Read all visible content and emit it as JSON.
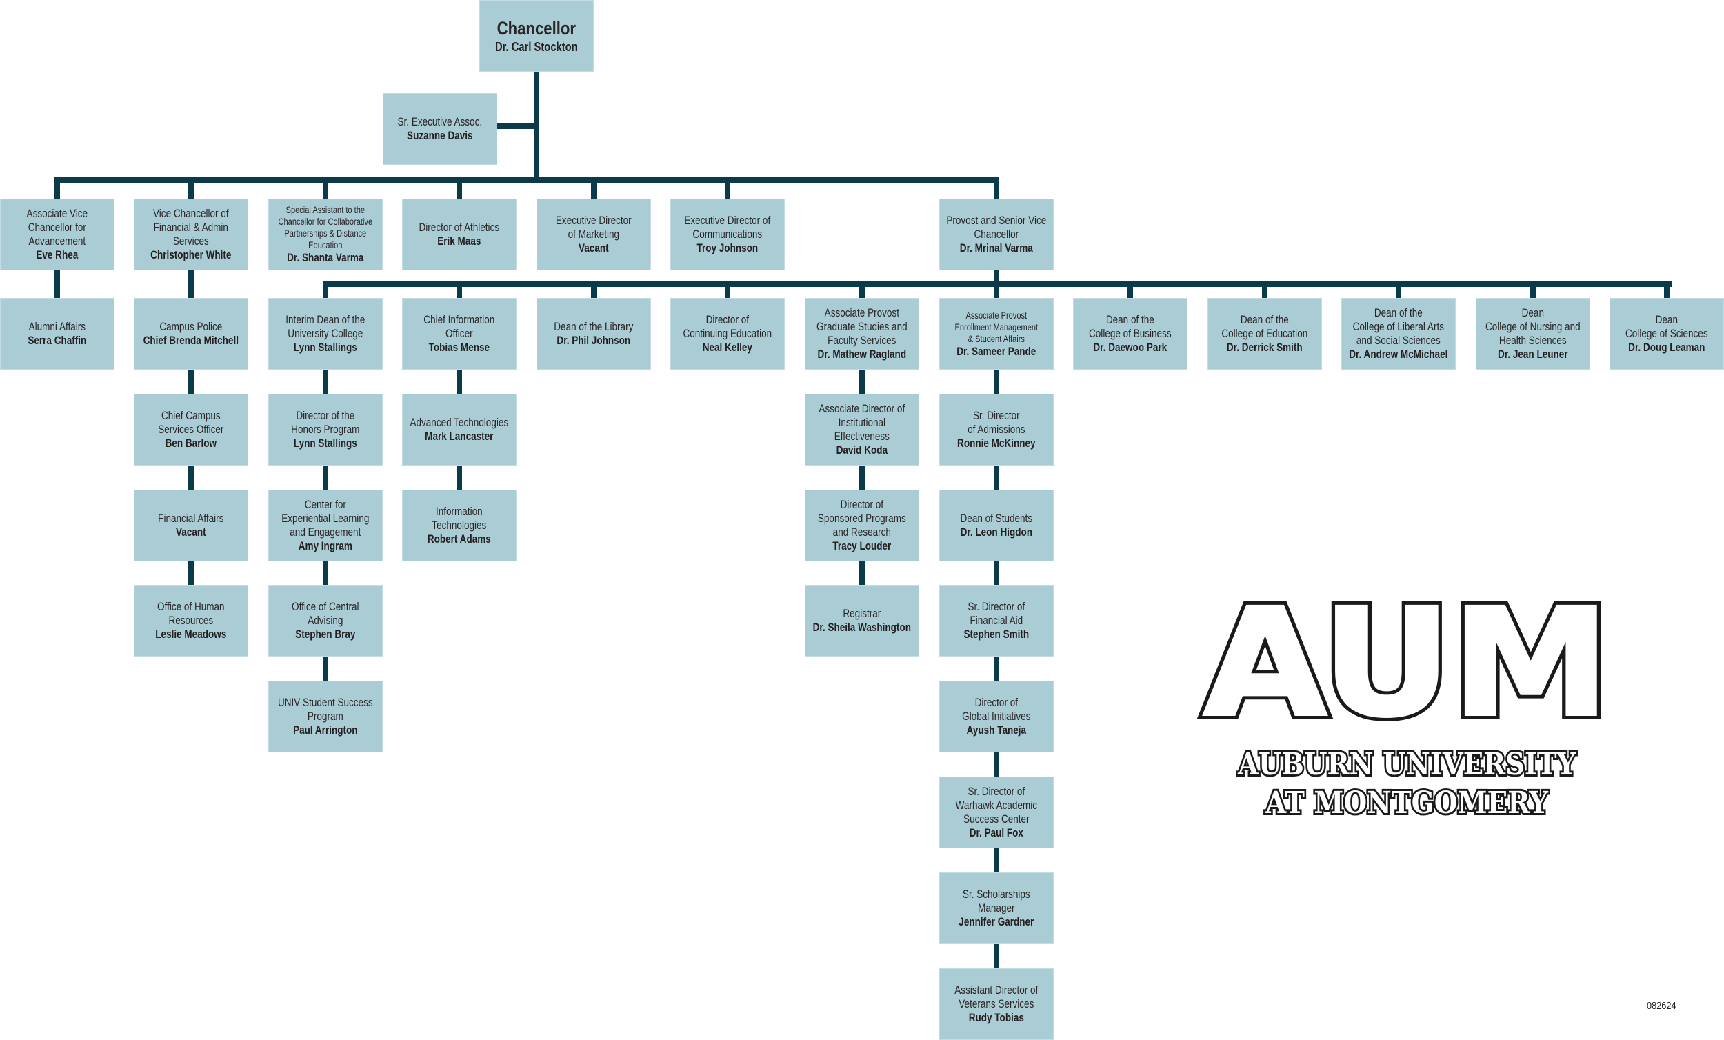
{
  "chart": {
    "colors": {
      "box_fill": "#aaccd5",
      "connector": "#0b3a4a",
      "text": "#231f20"
    },
    "chancellor": {
      "title": "Chancellor",
      "name": "Dr. Carl Stockton"
    },
    "assistant": {
      "title": "Sr. Executive Assoc.",
      "name": "Suzanne Davis"
    },
    "level1": [
      {
        "title": "Associate Vice\nChancellor for\nAdvancement",
        "name": "Eve Rhea"
      },
      {
        "title": "Vice Chancellor of\nFinancial & Admin\nServices",
        "name": "Christopher White"
      },
      {
        "title": "Special Assistant to the\nChancellor for Collaborative\nPartnerships & Distance\nEducation",
        "name": "Dr. Shanta Varma"
      },
      {
        "title": "Director of Athletics",
        "name": "Erik Maas"
      },
      {
        "title": "Executive Director\nof Marketing",
        "name": "Vacant"
      },
      {
        "title": "Executive Director of\nCommunications",
        "name": "Troy Johnson"
      },
      {
        "title": "Provost and Senior Vice\nChancellor",
        "name": "Dr. Mrinal Varma"
      }
    ],
    "advancement_reports": [
      {
        "title": "Alumni Affairs",
        "name": "Serra Chaffin"
      }
    ],
    "finance_reports": [
      {
        "title": "Campus Police",
        "name": "Chief Brenda Mitchell"
      },
      {
        "title": "Chief Campus\nServices Officer",
        "name": "Ben Barlow"
      },
      {
        "title": "Financial Affairs",
        "name": "Vacant"
      },
      {
        "title": "Office of Human\nResources",
        "name": "Leslie Meadows"
      }
    ],
    "provost_reports": [
      {
        "title": "Interim Dean of the\nUniversity College",
        "name": "Lynn Stallings"
      },
      {
        "title": "Chief Information\nOfficer",
        "name": "Tobias Mense"
      },
      {
        "title": "Dean of the Library",
        "name": "Dr. Phil Johnson"
      },
      {
        "title": "Director of\nContinuing Education",
        "name": "Neal Kelley"
      },
      {
        "title": "Associate Provost\nGraduate Studies and\nFaculty Services",
        "name": "Dr. Mathew Ragland"
      },
      {
        "title": "Associate Provost\nEnrollment Management\n& Student Affairs",
        "name": "Dr. Sameer Pande"
      },
      {
        "title": "Dean of the\nCollege of Business",
        "name": "Dr. Daewoo Park"
      },
      {
        "title": "Dean of the\nCollege of Education",
        "name": "Dr. Derrick Smith"
      },
      {
        "title": "Dean of the\nCollege of Liberal Arts\nand Social Sciences",
        "name": "Dr. Andrew McMichael"
      },
      {
        "title": "Dean\nCollege of Nursing and\nHealth Sciences",
        "name": "Dr. Jean Leuner"
      },
      {
        "title": "Dean\nCollege of Sciences",
        "name": "Dr. Doug Leaman"
      }
    ],
    "university_college_reports": [
      {
        "title": "Director of the\nHonors Program",
        "name": "Lynn Stallings"
      },
      {
        "title": "Center for\nExperiential Learning\nand Engagement",
        "name": "Amy Ingram"
      },
      {
        "title": "Office of Central\nAdvising",
        "name": "Stephen Bray"
      },
      {
        "title": "UNIV Student Success\nProgram",
        "name": "Paul Arrington"
      }
    ],
    "cio_reports": [
      {
        "title": "Advanced Technologies",
        "name": "Mark Lancaster"
      },
      {
        "title": "Information\nTechnologies",
        "name": "Robert Adams"
      }
    ],
    "graduate_reports": [
      {
        "title": "Associate Director of\nInstitutional\nEffectiveness",
        "name": "David Koda"
      },
      {
        "title": "Director of\nSponsored Programs\nand Research",
        "name": "Tracy Louder"
      },
      {
        "title": "Registrar",
        "name": "Dr. Sheila Washington"
      }
    ],
    "enrollment_reports": [
      {
        "title": "Sr. Director\nof Admissions",
        "name": "Ronnie McKinney"
      },
      {
        "title": "Dean of Students",
        "name": "Dr. Leon Higdon"
      },
      {
        "title": "Sr. Director of\nFinancial Aid",
        "name": "Stephen Smith"
      },
      {
        "title": "Director of\nGlobal Initiatives",
        "name": "Ayush Taneja"
      },
      {
        "title": "Sr. Director of\nWarhawk Academic\nSuccess Center",
        "name": "Dr. Paul Fox"
      },
      {
        "title": "Sr. Scholarships\nManager",
        "name": "Jennifer Gardner"
      },
      {
        "title": "Assistant Director of\nVeterans Services",
        "name": "Rudy Tobias"
      }
    ]
  },
  "logo": {
    "monogram": "AUM",
    "line1": "AUBURN UNIVERSITY",
    "line2": "AT MONTGOMERY"
  },
  "footer": {
    "code": "082624"
  }
}
